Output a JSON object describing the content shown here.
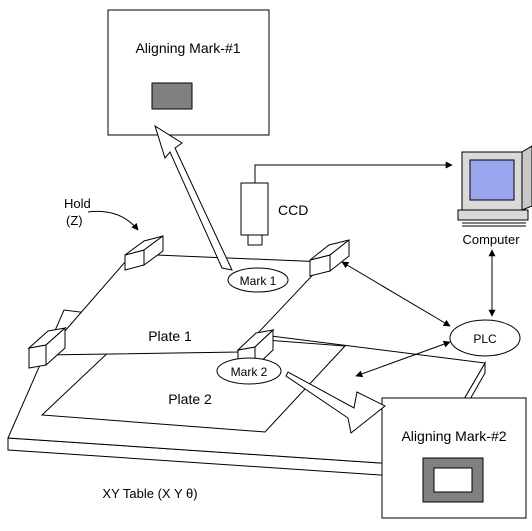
{
  "diagram": {
    "labels": {
      "aligning_mark_1": "Aligning Mark-#1",
      "aligning_mark_2": "Aligning Mark-#2",
      "ccd": "CCD",
      "computer": "Computer",
      "hold_line1": "Hold",
      "hold_line2": "(Z)",
      "mark1": "Mark 1",
      "mark2": "Mark 2",
      "plc": "PLC",
      "plate1": "Plate 1",
      "plate2": "Plate 2",
      "xy_table": "XY Table (X Y θ)"
    },
    "colors": {
      "line": "#000000",
      "mark1_fill": "#808080",
      "mark2_frame": "#808080",
      "screen": "#9aa6ee",
      "computer_body": "#d9d9d9"
    }
  }
}
